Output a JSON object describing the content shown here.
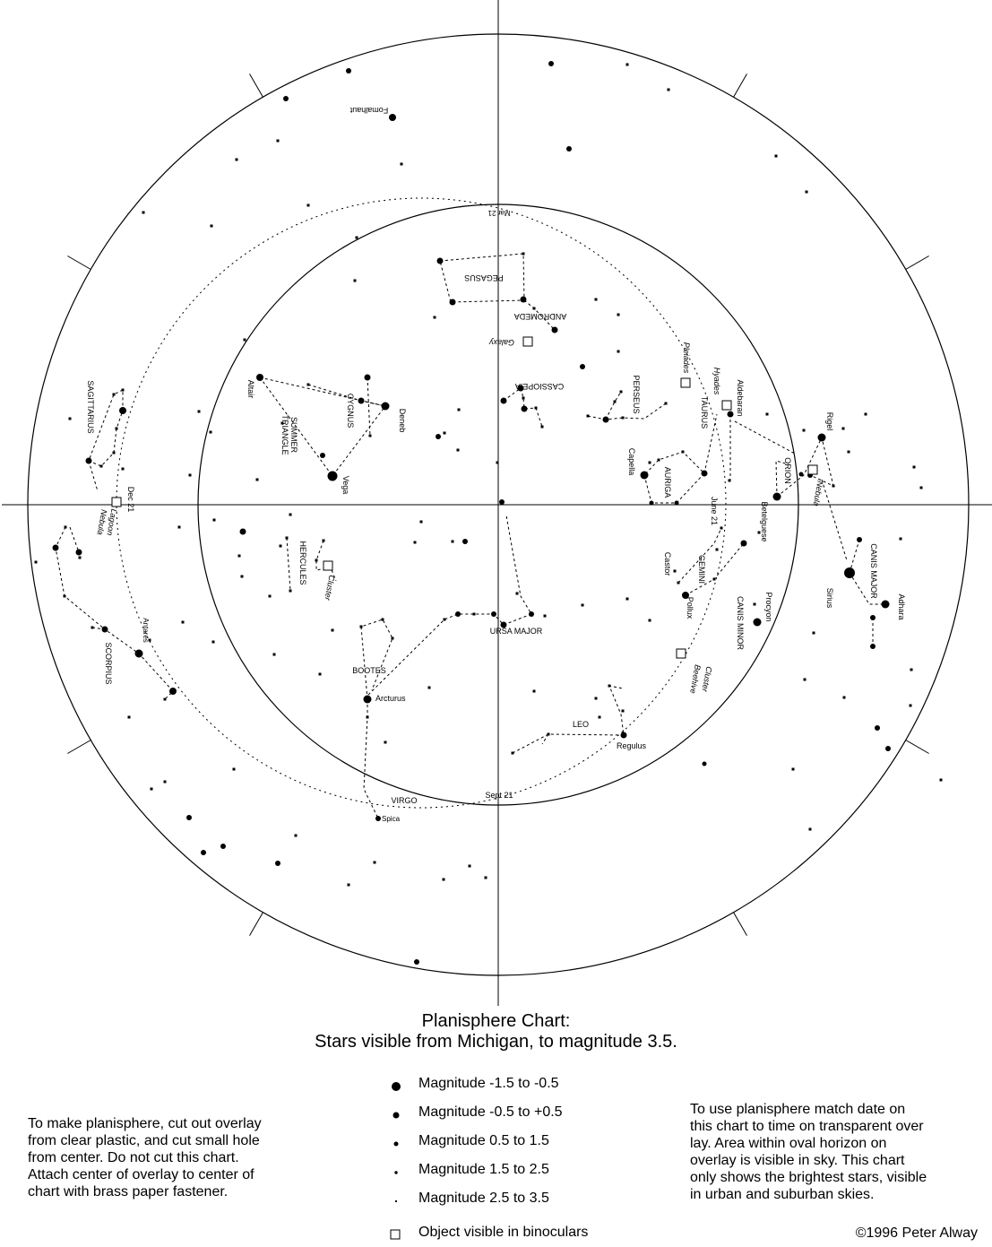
{
  "title": {
    "line1": "Planisphere Chart:",
    "line2": "Stars visible from Michigan, to magnitude 3.5."
  },
  "instructions_left": [
    "To make planisphere, cut out overlay",
    "from clear plastic, and cut small hole",
    "from center.  Do not cut this chart.",
    "Attach center of overlay to center of",
    "chart with brass paper fastener."
  ],
  "instructions_right": [
    "To use planisphere match date on",
    "this chart to time on transparent over",
    "lay.  Area within oval horizon on",
    "overlay is visible in sky.  This chart",
    "only shows the brightest stars, visible",
    "in urban and suburban skies."
  ],
  "legend": [
    {
      "label": "Magnitude -1.5 to -0.5",
      "symbol": "dot-largest"
    },
    {
      "label": "Magnitude -0.5 to +0.5",
      "symbol": "dot-large"
    },
    {
      "label": "Magnitude 0.5 to 1.5",
      "symbol": "dot-medium"
    },
    {
      "label": "Magnitude 1.5 to 2.5",
      "symbol": "dot-small"
    },
    {
      "label": "Magnitude 2.5 to 3.5",
      "symbol": "dot-smallest"
    },
    {
      "label": "Object visible in binoculars",
      "symbol": "open-square"
    }
  ],
  "copyright": "©1996 Peter Alway",
  "dates": {
    "mar": "Mar 21",
    "jun": "June 21",
    "sep": "Sept 21",
    "dec": "Dec 21"
  },
  "constellations": {
    "pegasus": "PEGASUS",
    "andromeda": "ANDROMEDA",
    "cassiopeia": "CASSIOPEIA",
    "perseus": "PERSEUS",
    "taurus": "TAURUS",
    "auriga": "AURIGA",
    "orion": "ORION",
    "canis_major": "CANIS MAJOR",
    "canis_minor": "CANIS MINOR",
    "gemini": "GEMINI",
    "leo": "LEO",
    "ursa_major": "URSA MAJOR",
    "bootes": "BOOTES",
    "virgo": "VIRGO",
    "hercules": "HERCULES",
    "scorpius": "SCORPIUS",
    "sagittarius": "SAGITTARIUS",
    "cygnus": "CYGNUS",
    "summer_1": "SUMMER",
    "summer_2": "TRIANGLE"
  },
  "stars": {
    "fomalhaut": "Fomalhaut",
    "aldebaran": "Aldebaran",
    "capella": "Capella",
    "betelguese": "Betelguese",
    "rigel": "Rigel",
    "sirius": "Sirius",
    "adhara": "Adhara",
    "procyon": "Procyon",
    "castor": "Castor",
    "pollux": "Pollux",
    "regulus": "Regulus",
    "arcturus": "Arcturus",
    "spica": "Spica",
    "antares": "Antares",
    "altair": "Altair",
    "deneb": "Deneb",
    "vega": "Vega"
  },
  "objects": {
    "galaxy": "Galaxy",
    "pleiades": "Pleiades",
    "hyades": "Hyades",
    "nebula": "Nebula",
    "beehive_1": "Beehive",
    "beehive_2": "Cluster",
    "cluster": "Cluster",
    "lagoon_1": "Lagoon",
    "lagoon_2": "Nebula"
  }
}
